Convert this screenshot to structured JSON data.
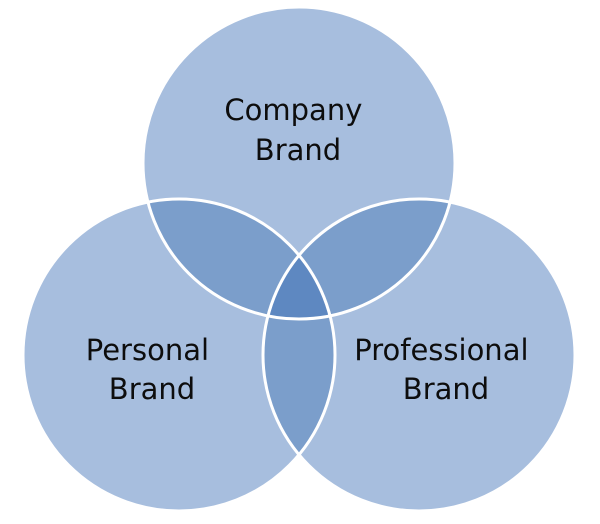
{
  "colors": {
    "circle_fill": "#A7BEDE",
    "overlap_two": "#7B9ECB",
    "overlap_three": "#5E88C1",
    "outline": "#ffffff",
    "text": "#0d0d0d"
  },
  "circles": {
    "company": {
      "line1": "Company",
      "line2": "Brand"
    },
    "personal": {
      "line1": "Personal",
      "line2": "Brand"
    },
    "professional": {
      "line1": "Professional",
      "line2": "Brand"
    }
  }
}
